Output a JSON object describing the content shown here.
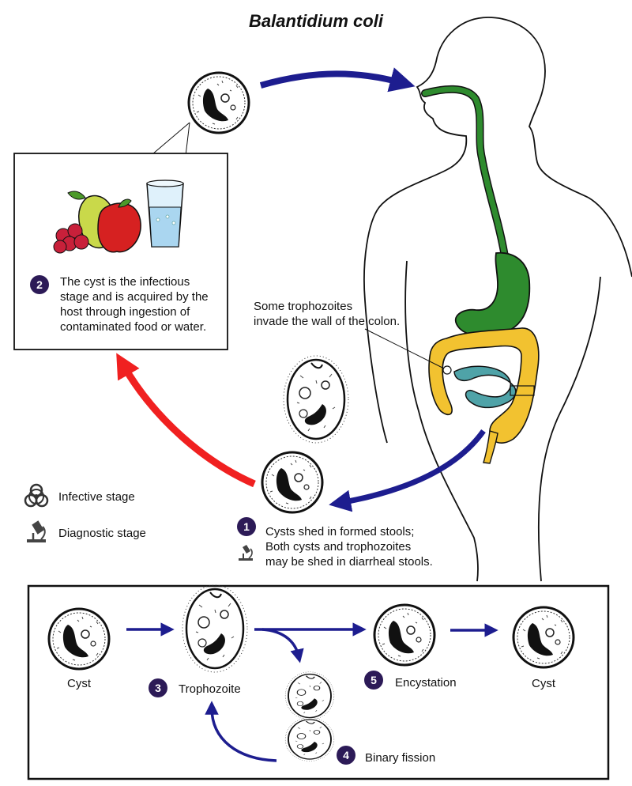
{
  "title": "Balantidium coli",
  "step2": {
    "number": "2",
    "lines": [
      "The cyst is the infectious",
      "stage and is acquired by the",
      "host through ingestion of",
      "contaminated food or water."
    ]
  },
  "colon_note": {
    "lines": [
      "Some trophozoites",
      "invade the wall of the colon."
    ]
  },
  "legend": {
    "infective": "Infective stage",
    "diagnostic": "Diagnostic stage",
    "infective_icon": "biohazard-icon",
    "diagnostic_icon": "microscope-icon"
  },
  "step1": {
    "number": "1",
    "lines": [
      "Cysts shed in formed stools;",
      "Both cysts and trophozoites",
      "may be shed in diarrheal stools."
    ]
  },
  "lifecycle": {
    "cyst_left": "Cyst",
    "step3_number": "3",
    "trophozoite": "Trophozoite",
    "step5_number": "5",
    "encystation": "Encystation",
    "cyst_right": "Cyst",
    "step4_number": "4",
    "binary_fission": "Binary fission"
  },
  "colors": {
    "digestive_tract": "#2e8b2e",
    "colon": "#f2c230",
    "small_intestine": "#4fa3a8",
    "arrow_blue": "#1d1d8f",
    "arrow_red": "#f02020",
    "badge": "#2c1a57"
  }
}
